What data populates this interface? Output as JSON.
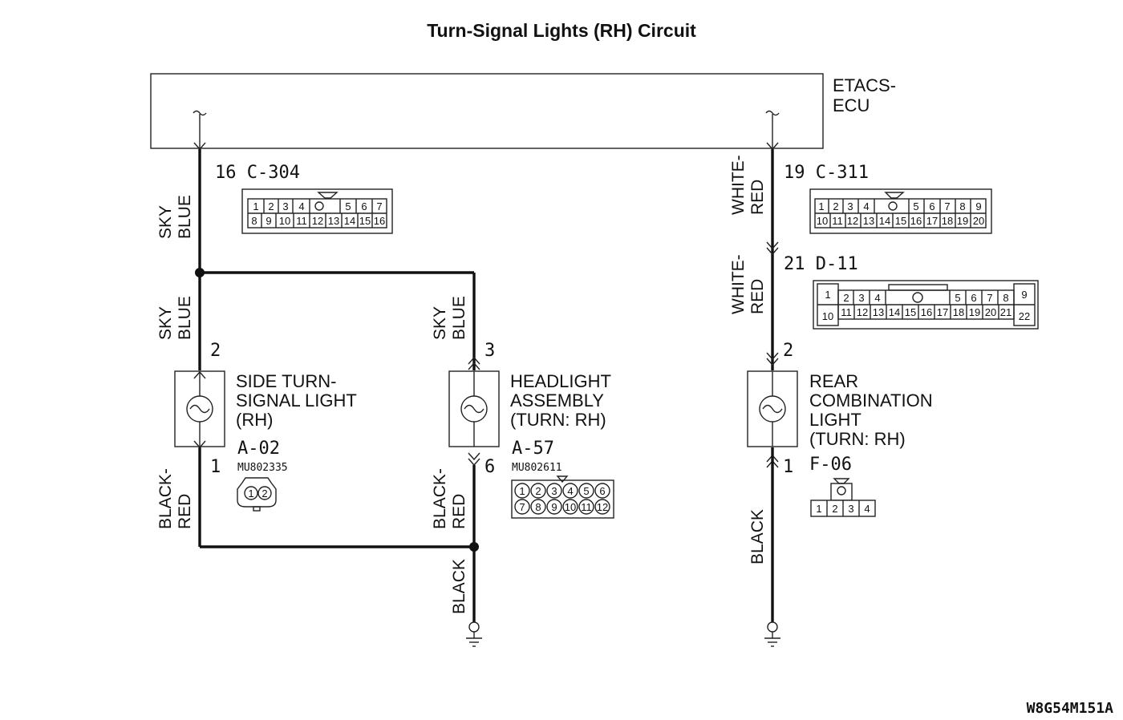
{
  "title": "Turn-Signal Lights (RH) Circuit",
  "ecu": {
    "line1": "ETACS-",
    "line2": "ECU"
  },
  "footer_code": "W8G54M151A",
  "connectors": {
    "c304": {
      "label": "16 C-304",
      "row1": [
        "1",
        "2",
        "3",
        "4",
        "5",
        "6",
        "7"
      ],
      "row2": [
        "8",
        "9",
        "10",
        "11",
        "12",
        "13",
        "14",
        "15",
        "16"
      ]
    },
    "c311": {
      "label": "19 C-311",
      "row1": [
        "1",
        "2",
        "3",
        "4",
        "5",
        "6",
        "7",
        "8",
        "9"
      ],
      "row2": [
        "10",
        "11",
        "12",
        "13",
        "14",
        "15",
        "16",
        "17",
        "18",
        "19",
        "20"
      ]
    },
    "d11": {
      "label": "21 D-11",
      "left_top": "1",
      "left_bottom": "10",
      "right_top": "9",
      "right_bottom": "22",
      "row1": [
        "2",
        "3",
        "4",
        "5",
        "6",
        "7",
        "8"
      ],
      "row2": [
        "11",
        "12",
        "13",
        "14",
        "15",
        "16",
        "17",
        "18",
        "19",
        "20",
        "21"
      ]
    },
    "a02": {
      "label": "A-02",
      "part": "MU802335",
      "pins": [
        "1",
        "2"
      ]
    },
    "a57": {
      "label": "A-57",
      "part": "MU802611",
      "row1": [
        "1",
        "2",
        "3",
        "4",
        "5",
        "6"
      ],
      "row2": [
        "7",
        "8",
        "9",
        "10",
        "11",
        "12"
      ]
    },
    "f06": {
      "label": "F-06",
      "pins": [
        "1",
        "2",
        "3",
        "4"
      ]
    }
  },
  "components": {
    "side": {
      "line1": "SIDE TURN-",
      "line2": "SIGNAL LIGHT",
      "line3": "(RH)",
      "pin_top": "2",
      "pin_bottom": "1"
    },
    "head": {
      "line1": "HEADLIGHT",
      "line2": "ASSEMBLY",
      "line3": "(TURN: RH)",
      "pin_top": "3",
      "pin_bottom": "6"
    },
    "rear": {
      "line1": "REAR",
      "line2": "COMBINATION",
      "line3": "LIGHT",
      "line4": "(TURN: RH)",
      "pin_top": "2",
      "pin_bottom": "1"
    }
  },
  "wires": {
    "sky_blue_a": {
      "l1": "SKY",
      "l2": "BLUE"
    },
    "sky_blue_b": {
      "l1": "SKY",
      "l2": "BLUE"
    },
    "sky_blue_c": {
      "l1": "SKY",
      "l2": "BLUE"
    },
    "black_red_a": {
      "l1": "BLACK-",
      "l2": "RED"
    },
    "black_red_b": {
      "l1": "BLACK-",
      "l2": "RED"
    },
    "black_a": "BLACK",
    "black_b": "BLACK",
    "white_red_a": {
      "l1": "WHITE-",
      "l2": "RED"
    },
    "white_red_b": {
      "l1": "WHITE-",
      "l2": "RED"
    }
  }
}
